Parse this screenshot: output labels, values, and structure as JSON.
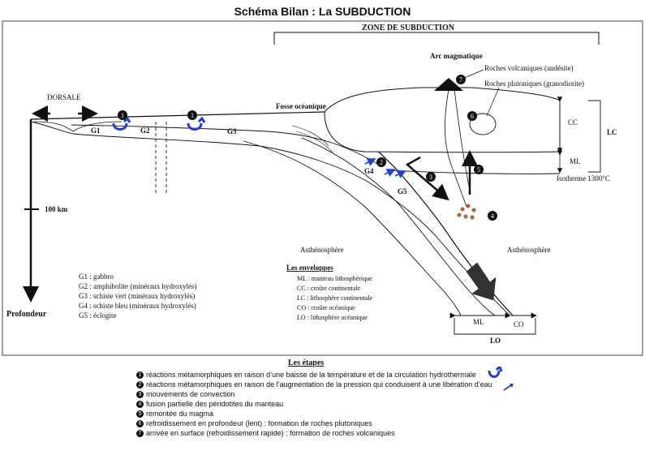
{
  "title": "Schéma Bilan : La SUBDUCTION",
  "labels": {
    "zone": "ZONE DE SUBDUCTION",
    "arc": "Arc magmatique",
    "volc": "Roches volcaniques (andésite)",
    "pluto": "Roches plutoniques (granodiorite)",
    "dorsale": "DORSALE",
    "fosse": "Fosse océanique",
    "cc": "CC",
    "lc": "LC",
    "ml": "ML",
    "isotherme": "Isotherme 1300°C",
    "g1": "G1",
    "g2": "G2",
    "g3": "G3",
    "g4": "G4",
    "g5": "G5",
    "depth": "100 km",
    "astheno_left": "Asthénosphère",
    "astheno_right": "Asthénosphère",
    "profondeur": "Profondeur",
    "ml_bottom": "ML",
    "co_bottom": "CO",
    "lo": "LO"
  },
  "markers": {
    "one": "1",
    "two": "2",
    "three": "3",
    "four": "4",
    "five": "5",
    "six": "6",
    "seven": "7"
  },
  "g_legend": [
    "G1 : gabbro",
    "G2 : amphibolite  (minéraux hydroxylés)",
    "G3 : schiste vert  (minéraux hydroxylés)",
    "G4 : schiste bleu  (minéraux hydroxylés)",
    "G5 : éclogite"
  ],
  "envelopes": {
    "title": "Les enveloppes",
    "items": [
      "ML : manteau lithosphérique",
      "CC : croûte continentale",
      "LC : lithosphère continentale",
      "CO : croûte océanique",
      "LO : lithosphère océanique"
    ]
  },
  "stages": {
    "title": "Les étapes",
    "items": [
      {
        "num": "1",
        "text": "réactions métamorphiques en raison d’une baisse de la température  et de la circulation hydrothermale"
      },
      {
        "num": "2",
        "text": "réactions métamorphiques en raison de l’augmentation de la pression qui conduisent à une libération d’eau"
      },
      {
        "num": "3",
        "text": "mouvements de convection"
      },
      {
        "num": "4",
        "text": "fusion partielle des péridotites du manteau"
      },
      {
        "num": "5",
        "text": "remontée du magma"
      },
      {
        "num": "6",
        "text": "refroidissement en profondeur (lent) : formation de roches plutoniques"
      },
      {
        "num": "7",
        "text": "arrivée en surface (refroidissement rapide) : formation de roches volcaniques"
      }
    ]
  },
  "colors": {
    "water_blue": "#1f3fd6",
    "magma_orange": "#d2691e",
    "line": "#111111"
  }
}
